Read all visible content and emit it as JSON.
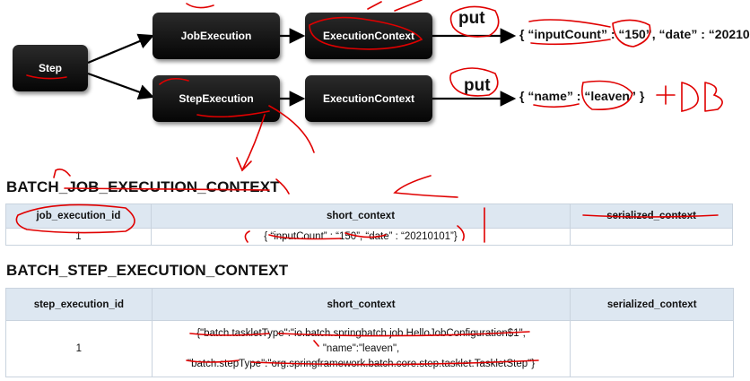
{
  "diagram": {
    "step": "Step",
    "job_execution": "JobExecution",
    "step_execution": "StepExecution",
    "execution_context_1": "ExecutionContext",
    "execution_context_2": "ExecutionContext",
    "put_1": "put",
    "put_2": "put",
    "json_1": "{ “inputCount” : “150”, “date” : “20210",
    "json_2": "{ “name” : “leaven” }",
    "annotation": "+ DB"
  },
  "job_table": {
    "title": "BATCH_JOB_EXECUTION_CONTEXT",
    "headers": [
      "job_execution_id",
      "short_context",
      "serialized_context"
    ],
    "row": [
      "1",
      "{ “inputCount” : “150”, “date” : “20210101”}",
      ""
    ]
  },
  "step_table": {
    "title": "BATCH_STEP_EXECUTION_CONTEXT",
    "headers": [
      "step_execution_id",
      "short_context",
      "serialized_context"
    ],
    "row": {
      "id": "1",
      "context_line1": "{\"batch.taskletType\":\"io.batch.springbatch.job.HelloJobConfiguration$1\",",
      "context_line2": "\"name\":\"leaven\",",
      "context_line3": "\"batch.stepType\":\"org.springframework.batch.core.step.tasklet.TaskletStep\"}",
      "serialized": ""
    }
  },
  "colors": {
    "box": "#111111",
    "header": "#dde7f1",
    "ink": "#e00000"
  }
}
